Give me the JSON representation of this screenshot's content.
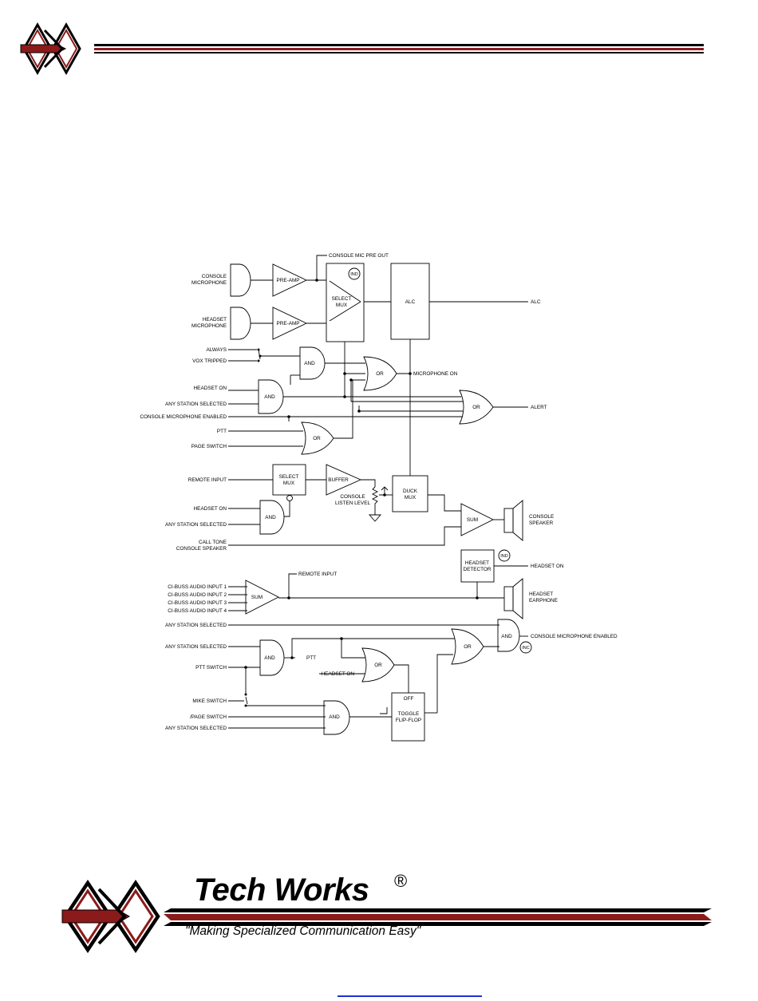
{
  "branding": {
    "company_name": "Tech Works",
    "registered_mark": "®",
    "tagline": "\"Making Specialized Communication Easy\"",
    "colors": {
      "accent": "#8b1a1a",
      "ink": "#000000",
      "link": "#1d2fd8"
    }
  },
  "diagram": {
    "inputs": {
      "console_microphone": [
        "CONSOLE",
        "MICROPHONE"
      ],
      "headset_microphone": [
        "HEADSET",
        "MICROPHONE"
      ],
      "always": "ALWAYS",
      "vox_tripped": "VOX TRIPPED",
      "headset_on_1": "HEADSET ON",
      "any_station_selected_1": "ANY STATION SELECTED",
      "console_mic_enabled": "CONSOLE MICROPHONE ENABLED",
      "ptt": "PTT",
      "page_switch": "PAGE SWITCH",
      "remote_input": "REMOTE INPUT",
      "headset_on_2": "HEADSET ON",
      "any_station_selected_2": "ANY STATION SELECTED",
      "call_tone": [
        "CALL TONE",
        "CONSOLE SPEAKER"
      ],
      "cibuss_1": "CI-BUSS AUDIO INPUT 1",
      "cibuss_2": "CI-BUSS AUDIO INPUT 2",
      "cibuss_3": "CI-BUSS AUDIO INPUT 3",
      "cibuss_4": "CI-BUSS AUDIO INPUT 4",
      "any_station_selected_3": "ANY STATION SELECTED",
      "any_station_selected_4": "ANY STATION SELECTED",
      "ptt_switch": "PTT SWITCH",
      "headset_on_3": "HEADSET ON",
      "mike_switch": "MIKE SWITCH",
      "page_switch_2": "/PAGE SWITCH",
      "any_station_selected_5": "ANY STATION SELECTED"
    },
    "outputs": {
      "console_mic_pre_out": "CONSOLE MIC PRE OUT",
      "alc": "ALC",
      "microphone_on": "MICROPHONE ON",
      "alert": "ALERT",
      "console_speaker": [
        "CONSOLE",
        "SPEAKER"
      ],
      "headset_on": "HEADSET ON",
      "headset_earphone": [
        "HEADSET",
        "EARPHONE"
      ],
      "remote_input": "REMOTE INPUT",
      "ptt": "PTT",
      "console_mic_enabled": "CONSOLE MICROPHONE ENABLED"
    },
    "blocks": {
      "preamp_1": "PRE-AMP",
      "preamp_2": "PRE-AMP",
      "select_mux_1": [
        "SELECT",
        "MUX"
      ],
      "alc": "ALC",
      "and_1": "AND",
      "or_1": "OR",
      "and_2": "AND",
      "or_alert": "OR",
      "or_2": "OR",
      "select_mux_2": [
        "SELECT",
        "MUX"
      ],
      "buffer": "BUFFER",
      "listen_level": [
        "CONSOLE",
        "LISTEN LEVEL"
      ],
      "duck_mux": [
        "DUCK",
        "MUX"
      ],
      "and_3": "AND",
      "sum_1": "SUM",
      "headset_detector": [
        "HEADSET",
        "DETECTOR"
      ],
      "sum_2": "SUM",
      "and_4": "AND",
      "and_5": "AND",
      "or_3": "OR",
      "or_4": "OR",
      "and_6": "AND",
      "toggle": [
        "TOGGLE",
        "FLIP-FLOP"
      ],
      "toggle_off": "OFF",
      "ind_1": "IND",
      "ind_2": "IND",
      "inc": "INC"
    }
  }
}
